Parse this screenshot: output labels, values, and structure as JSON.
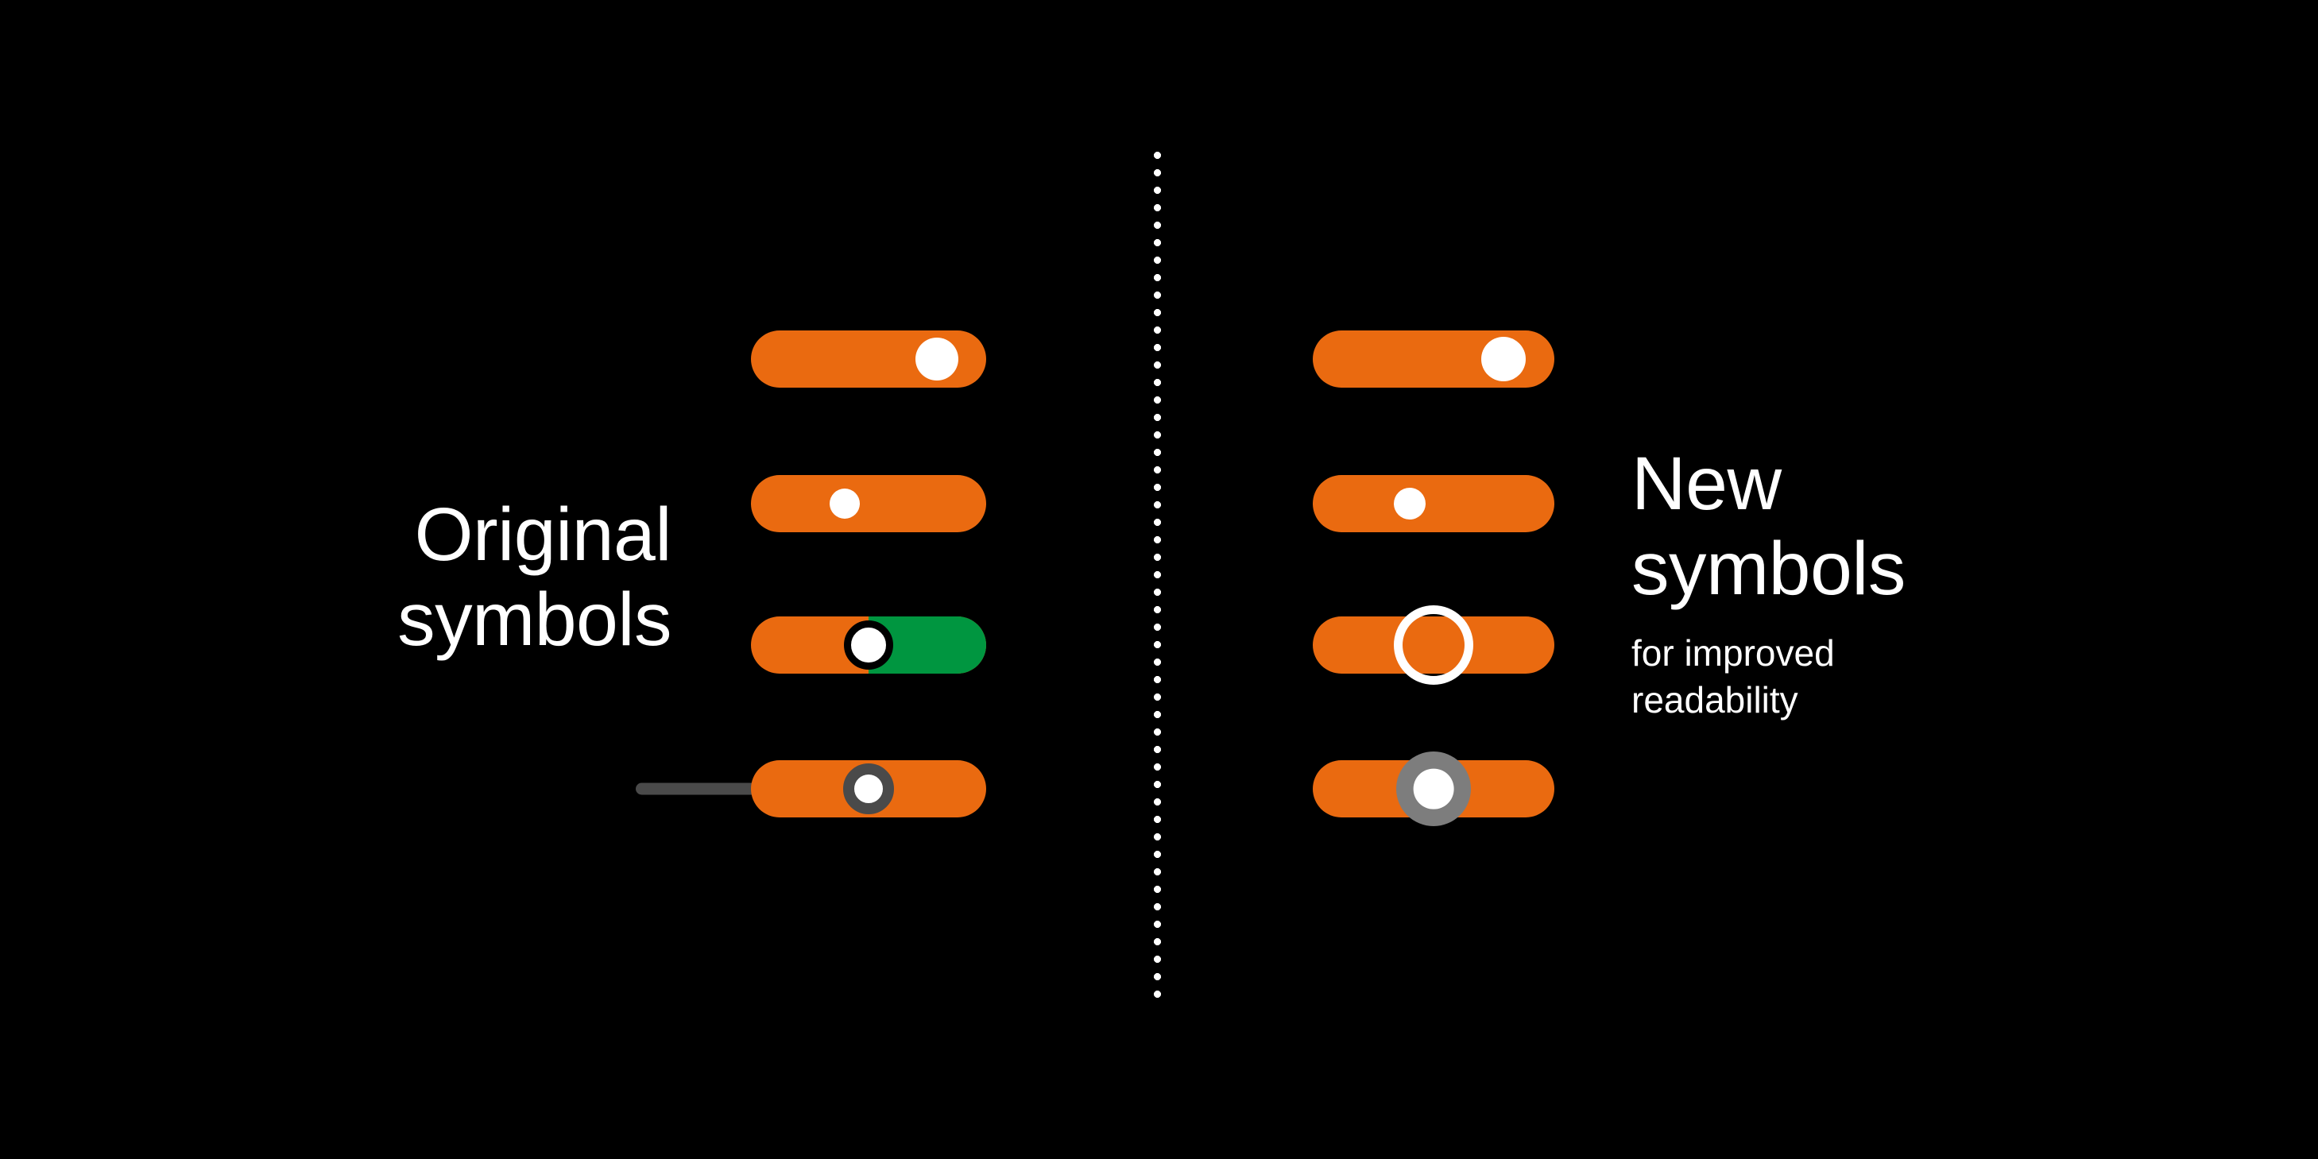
{
  "background_color": "#000000",
  "palette": {
    "orange": "#ea6a10",
    "green": "#009640",
    "white": "#ffffff",
    "gray_ring": "#4a4a4a",
    "gray_disc": "#7d7d7d",
    "black": "#000000"
  },
  "left": {
    "headline": "Original\nsymbols",
    "toggles": [
      {
        "name": "toggle-on-knob-right",
        "track_color": "#ea6a10",
        "knob_style": "solid-white",
        "knob_position_percent": 79,
        "knob_diameter": 54
      },
      {
        "name": "toggle-knob-center-small",
        "track_color": "#ea6a10",
        "knob_style": "solid-white",
        "knob_position_percent": 40,
        "knob_diameter": 38
      },
      {
        "name": "toggle-split-orange-green",
        "track_color": "#ea6a10",
        "track_secondary_color": "#009640",
        "knob_style": "ring-black",
        "knob_position_percent": 50,
        "knob_diameter": 62
      },
      {
        "name": "toggle-with-connector-line",
        "track_color": "#ea6a10",
        "knob_style": "ring-gray",
        "knob_position_percent": 50,
        "knob_diameter": 64,
        "connector_line": true
      }
    ]
  },
  "right": {
    "headline": "New\nsymbols",
    "subline": "for improved\nreadability",
    "toggles": [
      {
        "name": "toggle-on-knob-right",
        "track_color": "#ea6a10",
        "knob_style": "solid-white",
        "knob_position_percent": 79,
        "knob_diameter": 56
      },
      {
        "name": "toggle-knob-center-small",
        "track_color": "#ea6a10",
        "knob_style": "solid-white",
        "knob_position_percent": 40,
        "knob_diameter": 40
      },
      {
        "name": "toggle-outline-ring-marker",
        "track_color": "#ea6a10",
        "knob_style": "ring-outline",
        "knob_position_percent": 50,
        "knob_diameter": 100
      },
      {
        "name": "toggle-gray-disc-marker",
        "track_color": "#ea6a10",
        "knob_style": "disc-gray",
        "knob_position_percent": 50,
        "knob_diameter": 94
      }
    ]
  },
  "divider": {
    "style": "dotted-vertical",
    "color": "#ffffff",
    "dot_diameter": 9,
    "dot_pitch": 22
  }
}
